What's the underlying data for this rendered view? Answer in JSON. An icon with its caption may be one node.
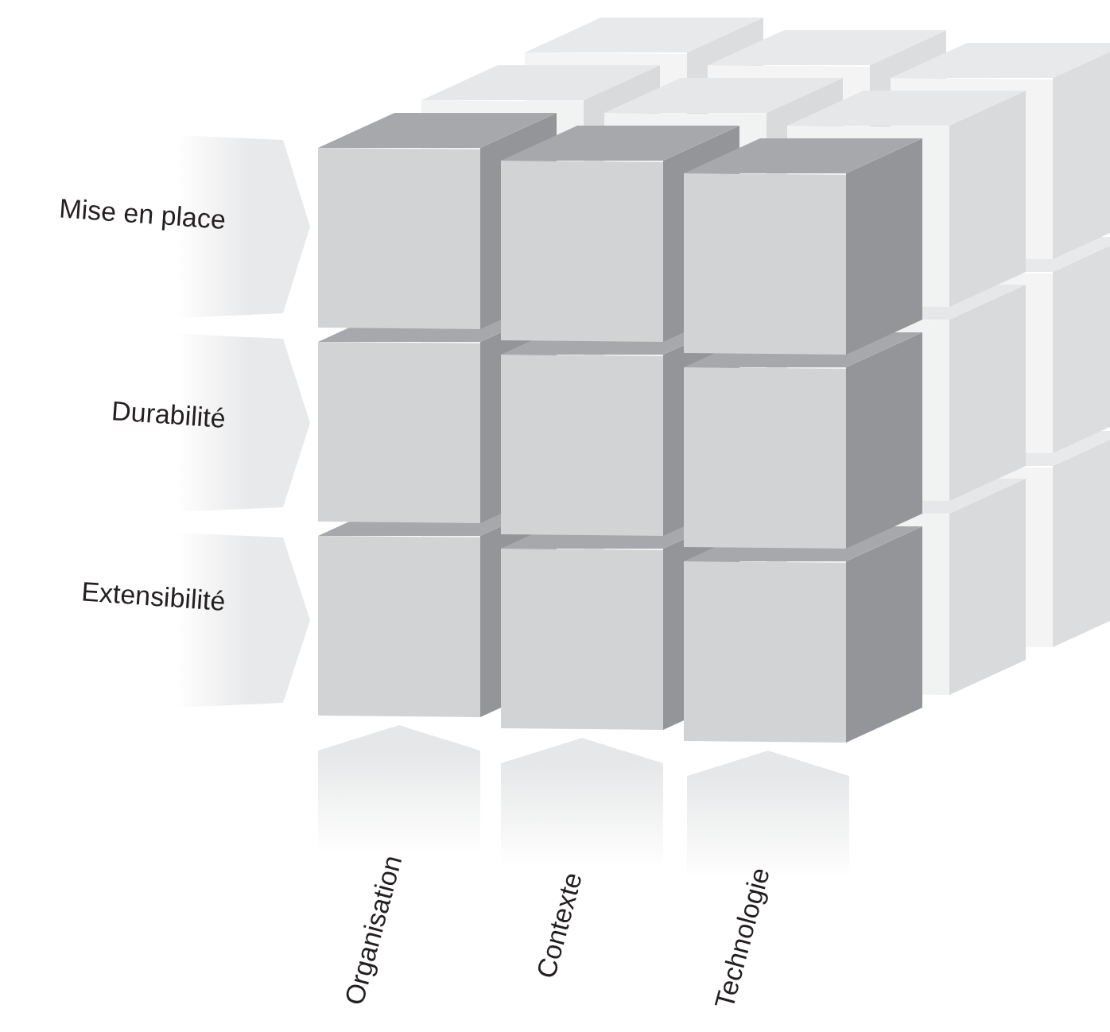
{
  "diagram": {
    "labels": [
      "Mise en place",
      "Durabilité",
      "Extensibilité",
      "Organisation",
      "Contexte",
      "Technologie"
    ]
  }
}
